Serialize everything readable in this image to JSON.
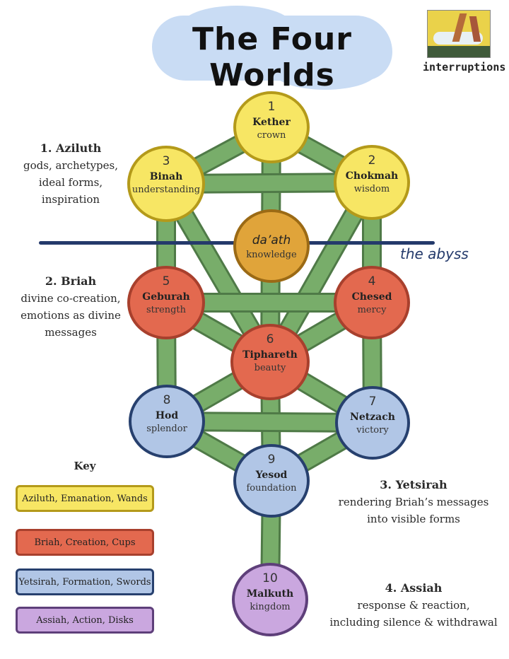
{
  "title": "The Four Worlds",
  "logo": {
    "text": "interruptions"
  },
  "abyss_label": "the abyss",
  "colors": {
    "path": "#78ad6a",
    "path_dark": "#4f7a47",
    "aziluth": "#f7e664",
    "aziluth_border": "#b49a1a",
    "briah": "#e3694f",
    "briah_border": "#a8402d",
    "yetsirah": "#b1c6e6",
    "yetsirah_border": "#27406e",
    "assiah": "#caa7df",
    "assiah_border": "#5e3f7a",
    "daath": "#e0a43a",
    "daath_border": "#9b6a15"
  },
  "worlds": [
    {
      "title": "1. Aziluth",
      "lines": [
        "gods, archetypes,",
        "ideal forms,",
        "inspiration"
      ]
    },
    {
      "title": "2. Briah",
      "lines": [
        "divine co-creation,",
        "emotions as divine",
        "messages"
      ]
    },
    {
      "title": "3. Yetsirah",
      "lines": [
        "rendering Briah’s messages",
        "into visible forms"
      ]
    },
    {
      "title": "4. Assiah",
      "lines": [
        "response & reaction,",
        "including silence & withdrawal"
      ]
    }
  ],
  "sephiroth": [
    {
      "num": "1",
      "name": "Kether",
      "meaning": "crown"
    },
    {
      "num": "2",
      "name": "Chokmah",
      "meaning": "wisdom"
    },
    {
      "num": "3",
      "name": "Binah",
      "meaning": "understanding"
    },
    {
      "num": "",
      "name": "da’ath",
      "meaning": "knowledge"
    },
    {
      "num": "4",
      "name": "Chesed",
      "meaning": "mercy"
    },
    {
      "num": "5",
      "name": "Geburah",
      "meaning": "strength"
    },
    {
      "num": "6",
      "name": "Tiphareth",
      "meaning": "beauty"
    },
    {
      "num": "7",
      "name": "Netzach",
      "meaning": "victory"
    },
    {
      "num": "8",
      "name": "Hod",
      "meaning": "splendor"
    },
    {
      "num": "9",
      "name": "Yesod",
      "meaning": "foundation"
    },
    {
      "num": "10",
      "name": "Malkuth",
      "meaning": "kingdom"
    }
  ],
  "key": {
    "title": "Key",
    "items": [
      {
        "label": "Aziluth, Emanation, Wands"
      },
      {
        "label": "Briah, Creation, Cups"
      },
      {
        "label": "Yetsirah, Formation, Swords"
      },
      {
        "label": "Assiah, Action, Disks"
      }
    ]
  }
}
